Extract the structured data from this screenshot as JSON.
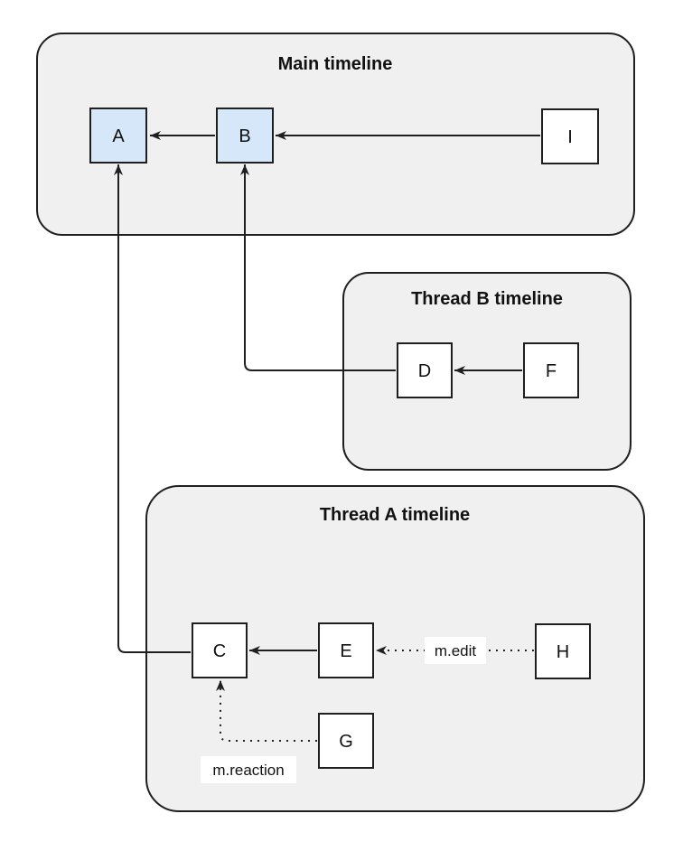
{
  "diagram": {
    "colors": {
      "page_bg": "#ffffff",
      "container_fill": "#f0f0f0",
      "shape_stroke": "#1f1f1f",
      "node_fill": "#ffffff",
      "node_highlight": "#d7e7fa",
      "edge_color": "#1f1f1f",
      "text_color": "#111111",
      "label_bg": "#ffffff"
    },
    "containers": [
      {
        "id": "main",
        "title": "Main timeline"
      },
      {
        "id": "thread-b",
        "title": "Thread B timeline"
      },
      {
        "id": "thread-a",
        "title": "Thread A timeline"
      }
    ],
    "nodes": [
      {
        "id": "A",
        "label": "A",
        "container": "main",
        "highlight": true
      },
      {
        "id": "B",
        "label": "B",
        "container": "main",
        "highlight": true
      },
      {
        "id": "I",
        "label": "I",
        "container": "main",
        "highlight": false
      },
      {
        "id": "D",
        "label": "D",
        "container": "thread-b",
        "highlight": false
      },
      {
        "id": "F",
        "label": "F",
        "container": "thread-b",
        "highlight": false
      },
      {
        "id": "C",
        "label": "C",
        "container": "thread-a",
        "highlight": false
      },
      {
        "id": "E",
        "label": "E",
        "container": "thread-a",
        "highlight": false
      },
      {
        "id": "H",
        "label": "H",
        "container": "thread-a",
        "highlight": false
      },
      {
        "id": "G",
        "label": "G",
        "container": "thread-a",
        "highlight": false
      }
    ],
    "edges": [
      {
        "from": "B",
        "to": "A",
        "style": "solid",
        "label": ""
      },
      {
        "from": "I",
        "to": "B",
        "style": "solid",
        "label": ""
      },
      {
        "from": "F",
        "to": "D",
        "style": "solid",
        "label": ""
      },
      {
        "from": "D",
        "to": "B",
        "style": "solid",
        "label": ""
      },
      {
        "from": "E",
        "to": "C",
        "style": "solid",
        "label": ""
      },
      {
        "from": "C",
        "to": "A",
        "style": "solid",
        "label": ""
      },
      {
        "from": "H",
        "to": "E",
        "style": "dotted",
        "label": "m.edit"
      },
      {
        "from": "G",
        "to": "C",
        "style": "dotted",
        "label": "m.reaction"
      }
    ]
  }
}
